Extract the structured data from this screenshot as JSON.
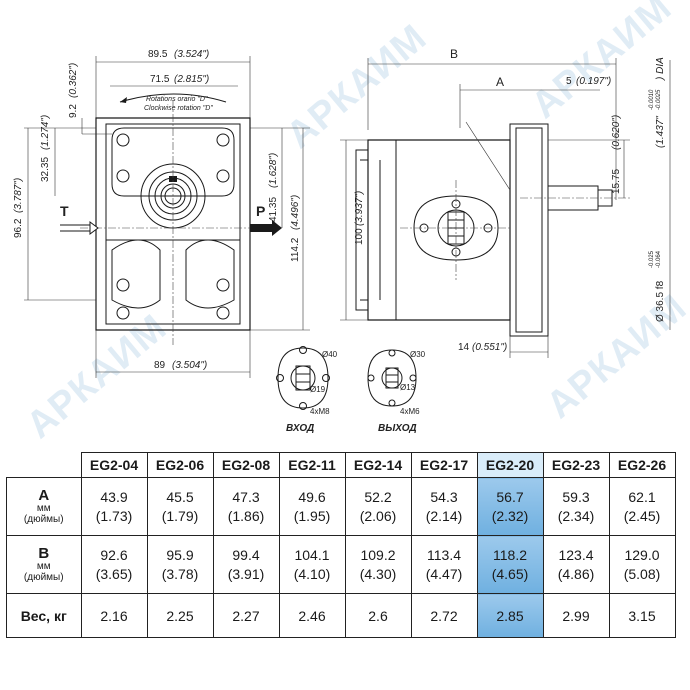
{
  "watermark": "АРКАИМ",
  "front_view": {
    "dims": {
      "width_top": "89.5",
      "width_top_in": "(3.524\")",
      "width_mid": "71.5",
      "width_mid_in": "(2.815\")",
      "rot_ccw": "Rotations orario \"D\"",
      "rot_cw": "Clockwise rotation \"D\"",
      "d_9_2": "9.2",
      "d_9_2_in": "(0.362\")",
      "d_32_35": "32.35",
      "d_32_35_in": "(1.274\")",
      "d_96_2": "96.2",
      "d_96_2_in": "(3.787\")",
      "d_41_35": "41.35",
      "d_41_35_in": "(1.628\")",
      "d_114_2": "114.2",
      "d_114_2_in": "(4.496\")",
      "width_bottom": "89",
      "width_bottom_in": "(3.504\")",
      "port_t": "T",
      "port_p": "P"
    }
  },
  "side_view": {
    "dims": {
      "b": "B",
      "a": "A",
      "d_5": "5",
      "d_5_in": "(0.197\")",
      "d_15_75": "15.75",
      "d_15_75_in": "(0.620\")",
      "d_100": "100",
      "d_100_in": "(3.937\")",
      "dia_shaft_in": "(1.437\"",
      "dia_shaft_tol_in_top": "-0.0010",
      "dia_shaft_tol_in_bot": "-0.0025",
      "dia_shaft_in_suffix": ") DIA",
      "dia_shaft": "Ø 36.5 f8",
      "dia_shaft_tol_top": "-0.025",
      "dia_shaft_tol_bot": "-0.064",
      "d_14": "14",
      "d_14_in": "(0.551\")"
    }
  },
  "ports": {
    "inlet": {
      "outer": "Ø40",
      "inner": "Ø19",
      "thread": "4xM8",
      "label": "ВХОД"
    },
    "outlet": {
      "outer": "Ø30",
      "inner": "Ø13",
      "thread": "4xM6",
      "label": "ВЫХОД"
    }
  },
  "table": {
    "models": [
      "EG2-04",
      "EG2-06",
      "EG2-08",
      "EG2-11",
      "EG2-14",
      "EG2-17",
      "EG2-20",
      "EG2-23",
      "EG2-26"
    ],
    "highlight_index": 6,
    "highlight_color": "#7bb8e4",
    "rows": [
      {
        "label": "A",
        "unit": "мм",
        "unit2": "(дюймы)",
        "mm": [
          "43.9",
          "45.5",
          "47.3",
          "49.6",
          "52.2",
          "54.3",
          "56.7",
          "59.3",
          "62.1"
        ],
        "inch": [
          "(1.73)",
          "(1.79)",
          "(1.86)",
          "(1.95)",
          "(2.06)",
          "(2.14)",
          "(2.32)",
          "(2.34)",
          "(2.45)"
        ]
      },
      {
        "label": "B",
        "unit": "мм",
        "unit2": "(дюймы)",
        "mm": [
          "92.6",
          "95.9",
          "99.4",
          "104.1",
          "109.2",
          "113.4",
          "118.2",
          "123.4",
          "129.0"
        ],
        "inch": [
          "(3.65)",
          "(3.78)",
          "(3.91)",
          "(4.10)",
          "(4.30)",
          "(4.47)",
          "(4.65)",
          "(4.86)",
          "(5.08)"
        ]
      },
      {
        "label": "Вес, кг",
        "mm": [
          "2.16",
          "2.25",
          "2.27",
          "2.46",
          "2.6",
          "2.72",
          "2.85",
          "2.99",
          "3.15"
        ]
      }
    ]
  }
}
